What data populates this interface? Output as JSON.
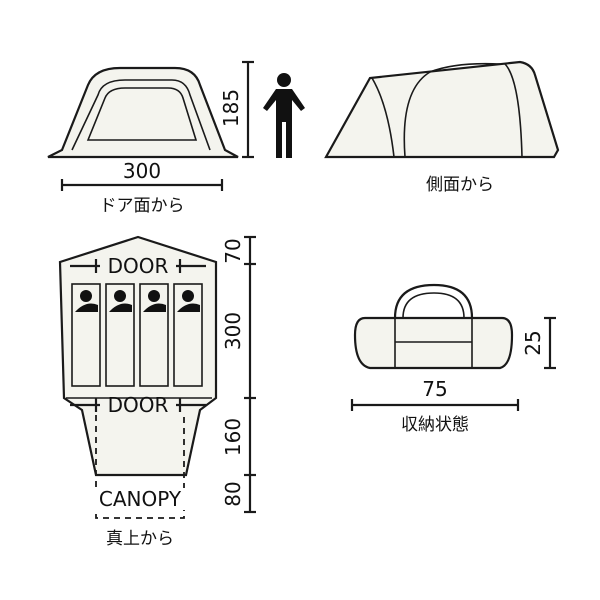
{
  "front_view": {
    "width_dim": "300",
    "height_dim": "185",
    "caption": "ドア面から"
  },
  "side_view": {
    "caption": "側面から"
  },
  "top_view": {
    "door_top": "DOOR",
    "door_bottom": "DOOR",
    "canopy": "CANOPY",
    "dims": [
      "70",
      "300",
      "160",
      "80"
    ],
    "caption": "真上から"
  },
  "packed_view": {
    "width_dim": "75",
    "height_dim": "25",
    "caption": "収納状態"
  },
  "icons": [
    "person-silhouette-icon",
    "sleeping-person-icon"
  ]
}
